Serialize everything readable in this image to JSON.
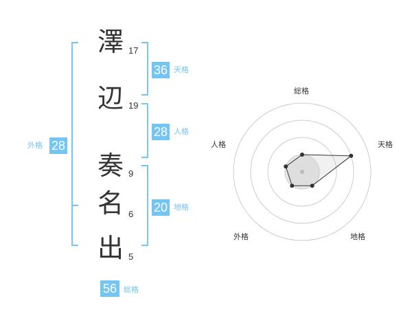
{
  "name": {
    "characters": [
      {
        "char": "澤",
        "strokes": "17"
      },
      {
        "char": "辺",
        "strokes": "19"
      },
      {
        "char": "奏",
        "strokes": "9"
      },
      {
        "char": "名",
        "strokes": "6"
      },
      {
        "char": "出",
        "strokes": "5"
      }
    ]
  },
  "fortune": {
    "tenkaku": {
      "value": "36",
      "label": "天格"
    },
    "jinkaku": {
      "value": "28",
      "label": "人格"
    },
    "chikaku": {
      "value": "20",
      "label": "地格"
    },
    "gaikaku": {
      "value": "28",
      "label": "外格"
    },
    "soukaku": {
      "value": "56",
      "label": "総格"
    }
  },
  "radar": {
    "axes": [
      "総格",
      "天格",
      "地格",
      "外格",
      "人格"
    ],
    "rings": 4,
    "max": 4,
    "values": [
      1,
      3,
      1,
      1,
      1
    ]
  },
  "colors": {
    "accent": "#74c5f2",
    "text": "#333333",
    "grid": "#cccccc"
  }
}
